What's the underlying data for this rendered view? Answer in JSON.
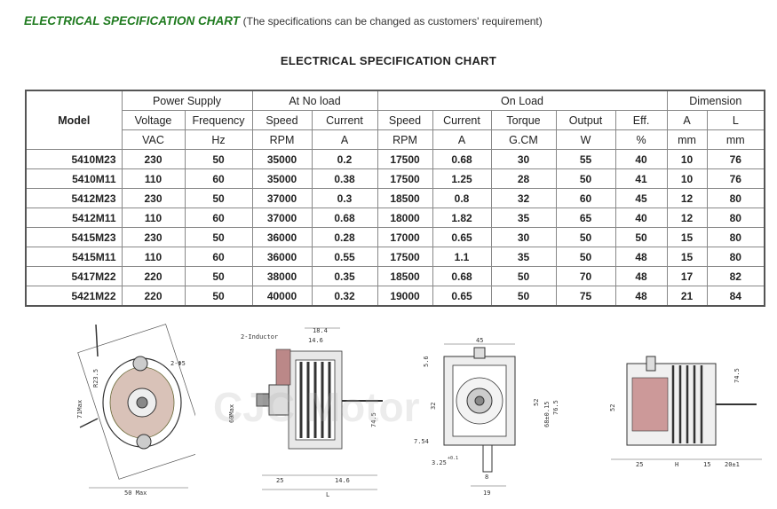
{
  "header": {
    "title": "ELECTRICAL SPECIFICATION CHART",
    "note": "(The  specifications can be changed as customers' requirement)"
  },
  "chart_title": "ELECTRICAL SPECIFICATION CHART",
  "table": {
    "model_label": "Model",
    "groups": {
      "power_supply": "Power Supply",
      "no_load": "At No load",
      "on_load": "On Load",
      "dimension": "Dimension"
    },
    "columns": [
      "Voltage",
      "Frequency",
      "Speed",
      "Current",
      "Speed",
      "Current",
      "Torque",
      "Output",
      "Eff.",
      "A",
      "L"
    ],
    "units": [
      "VAC",
      "Hz",
      "RPM",
      "A",
      "RPM",
      "A",
      "G.CM",
      "W",
      "%",
      "mm",
      "mm"
    ],
    "rows": [
      [
        "5410M23",
        "230",
        "50",
        "35000",
        "0.2",
        "17500",
        "0.68",
        "30",
        "55",
        "40",
        "10",
        "76"
      ],
      [
        "5410M11",
        "110",
        "60",
        "35000",
        "0.38",
        "17500",
        "1.25",
        "28",
        "50",
        "41",
        "10",
        "76"
      ],
      [
        "5412M23",
        "230",
        "50",
        "37000",
        "0.3",
        "18500",
        "0.8",
        "32",
        "60",
        "45",
        "12",
        "80"
      ],
      [
        "5412M11",
        "110",
        "60",
        "37000",
        "0.68",
        "18000",
        "1.82",
        "35",
        "65",
        "40",
        "12",
        "80"
      ],
      [
        "5415M23",
        "230",
        "50",
        "36000",
        "0.28",
        "17000",
        "0.65",
        "30",
        "50",
        "50",
        "15",
        "80"
      ],
      [
        "5415M11",
        "110",
        "60",
        "36000",
        "0.55",
        "17500",
        "1.1",
        "35",
        "50",
        "48",
        "15",
        "80"
      ],
      [
        "5417M22",
        "220",
        "50",
        "38000",
        "0.35",
        "18500",
        "0.68",
        "50",
        "70",
        "48",
        "17",
        "82"
      ],
      [
        "5421M22",
        "220",
        "50",
        "40000",
        "0.32",
        "19000",
        "0.65",
        "50",
        "75",
        "48",
        "21",
        "84"
      ]
    ]
  },
  "drawings": {
    "view1": {
      "dim_a": "50 Max",
      "dim_b": "71Max",
      "dim_c": "R23.5",
      "dim_d": "2-Φ5"
    },
    "view2": {
      "inductor": "2-Inductor",
      "d1": "18.4",
      "d2": "14.6",
      "d3": "60Max",
      "d4": "74.5",
      "d5": "25",
      "d6": "14.6",
      "d7": "L"
    },
    "view3": {
      "d1": "45",
      "d2": "5.6",
      "d3": "32",
      "d4": "52",
      "d5": "68±0.15",
      "d6": "76.5",
      "d7": "7.54",
      "d8": "3.25",
      "d9": "+0.1",
      "d10": "8",
      "d11": "19"
    },
    "view4": {
      "d1": "52",
      "d2": "74.5",
      "d3": "25",
      "d4": "H",
      "d5": "15",
      "d6": "20±1"
    }
  },
  "watermark": "CJC Motor"
}
